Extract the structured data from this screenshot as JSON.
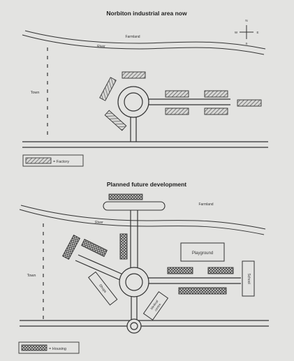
{
  "map_now": {
    "title": "Norbiton industrial area now",
    "farmland_label": "Farmland",
    "river_label": "River",
    "town_label": "Town",
    "legend_label": "= Factory",
    "compass": {
      "n": "N",
      "s": "S",
      "e": "E",
      "w": "W"
    }
  },
  "map_future": {
    "title": "Planned future development",
    "farmland_label": "Farmland",
    "river_label": "River",
    "town_label": "Town",
    "playground_label": "Playground",
    "school_label": "School",
    "shops_label": "Shops",
    "medical_label_line1": "Medical",
    "medical_label_line2": "centre",
    "legend_label": "= Housing"
  },
  "colors": {
    "paper": "#e3e3e1",
    "ink": "#2a2a2a",
    "factory_hatch": "#555555",
    "housing_hatch": "#444444"
  }
}
